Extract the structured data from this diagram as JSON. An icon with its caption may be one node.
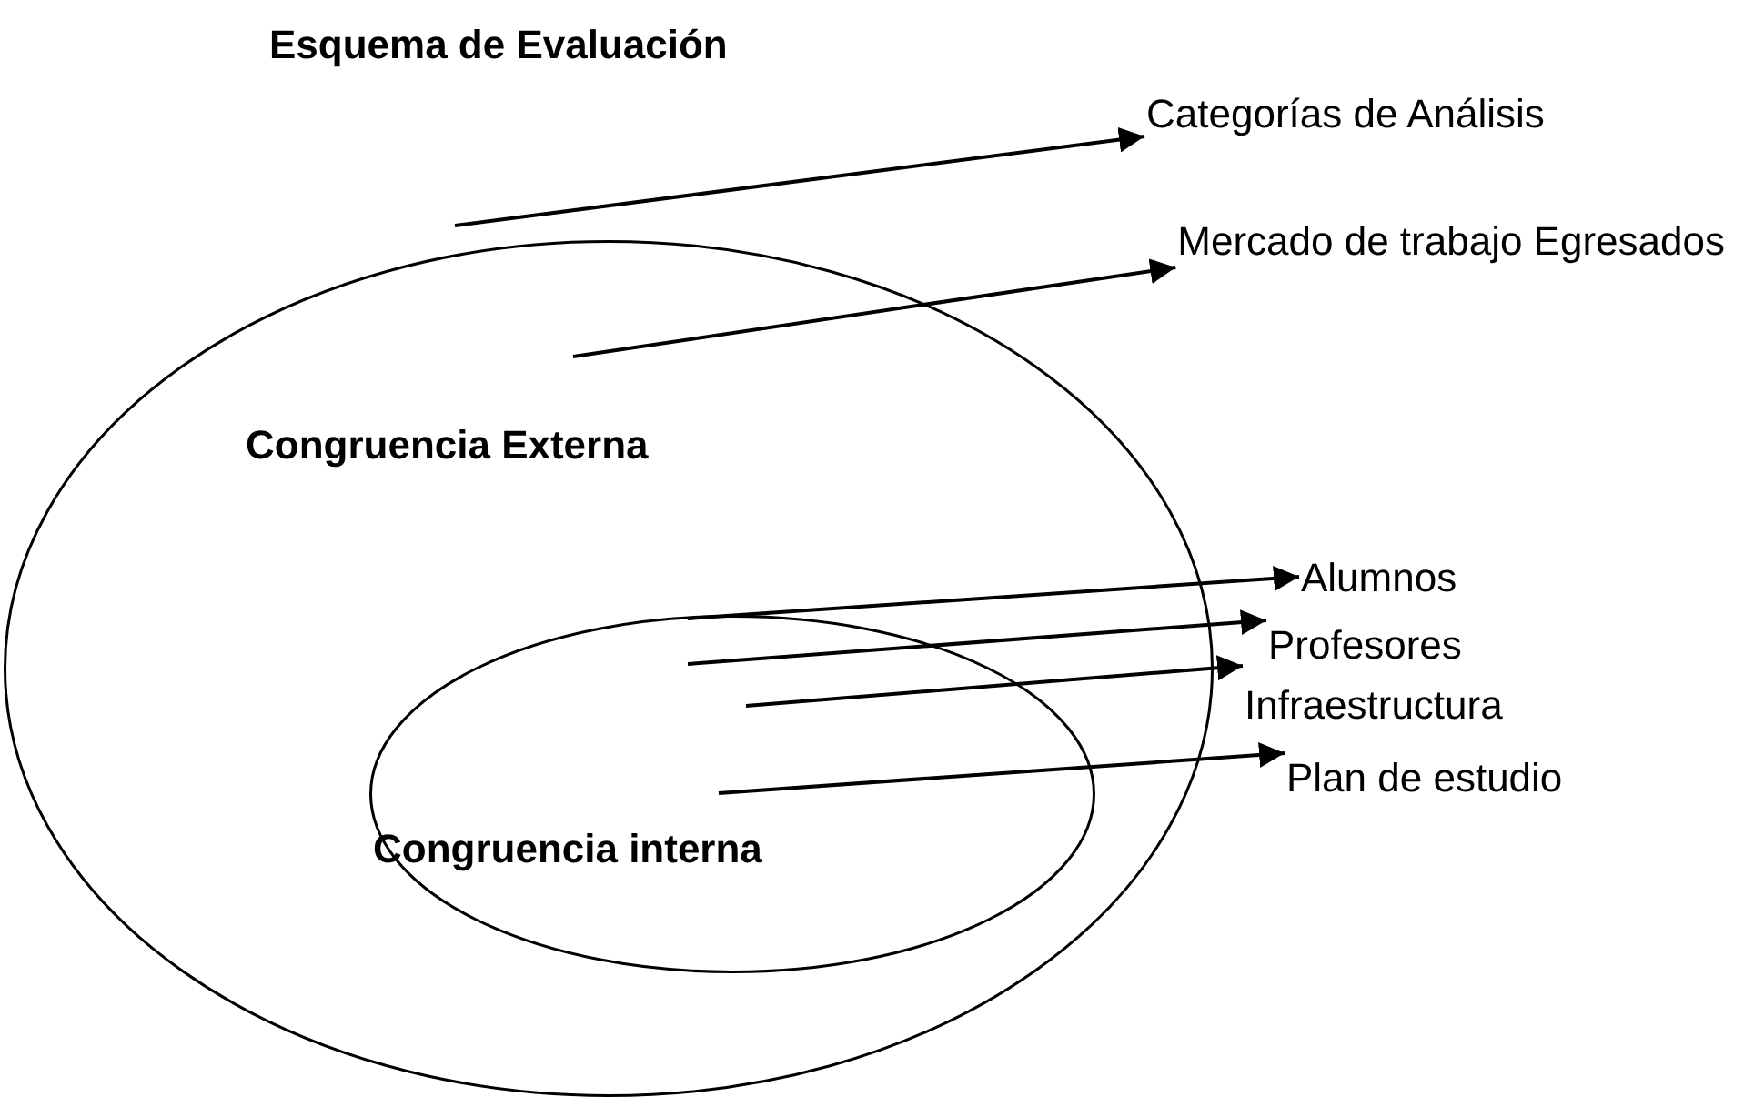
{
  "diagram": {
    "title": "Esquema de Evaluación",
    "nodes": [
      {
        "text": [
          "Congruencia Externa"
        ]
      },
      {
        "text": [
          "Congruencia interna"
        ],
        "in": 0
      },
      {
        "text": [
          "Categorías de Análisis"
        ]
      },
      {
        "text": [
          "Mercado de trabajo Egresados"
        ]
      },
      {
        "text": [
          "Alumnos"
        ]
      },
      {
        "text": [
          "Profesores"
        ]
      },
      {
        "text": [
          "Infraestructura"
        ]
      },
      {
        "text": [
          "Plan de estudio"
        ]
      }
    ],
    "edges": [
      {
        "from": null,
        "to": 2,
        "arrow": "to"
      },
      {
        "from": 0,
        "to": 3,
        "arrow": "to"
      },
      {
        "from": 1,
        "to": 4,
        "arrow": "to"
      },
      {
        "from": 1,
        "to": 5,
        "arrow": "to"
      },
      {
        "from": 1,
        "to": 6,
        "arrow": "to"
      },
      {
        "from": 1,
        "to": 7,
        "arrow": "to"
      }
    ]
  }
}
